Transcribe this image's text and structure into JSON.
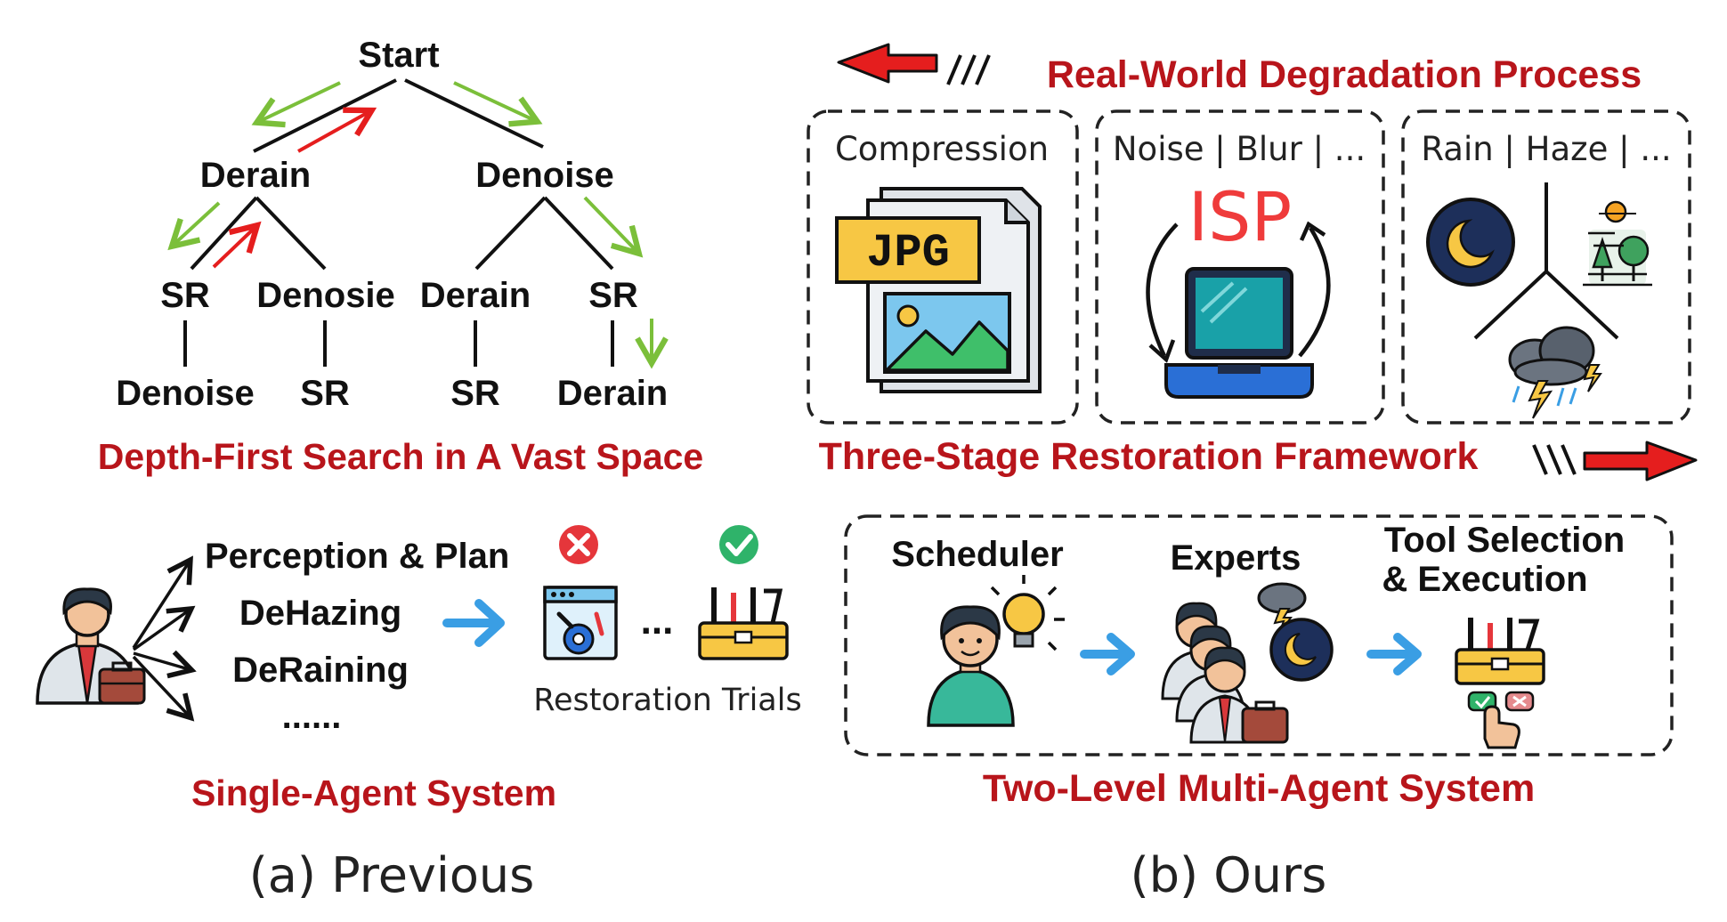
{
  "tree": {
    "nodes": {
      "start": "Start",
      "derain": "Derain",
      "denoise": "Denoise",
      "sr_left": "SR",
      "denosie": "Denosie",
      "derain2": "Derain",
      "sr_right": "SR",
      "denoise_leaf": "Denoise",
      "sr_leaf1": "SR",
      "sr_leaf2": "SR",
      "derain_leaf": "Derain"
    },
    "caption": "Depth-First Search in A Vast Space"
  },
  "degradation": {
    "title": "Real-World Degradation Process",
    "box1_label": "Compression",
    "jpg_label": "JPG",
    "box2_label": "Noise | Blur | ...",
    "isp_label": "ISP",
    "box3_label": "Rain | Haze | ...",
    "framework_title": "Three-Stage Restoration Framework"
  },
  "single_agent": {
    "options": [
      "Perception & Plan",
      "DeHazing",
      "DeRaining",
      "......"
    ],
    "ellipsis": "...",
    "trials_label": "Restoration Trials",
    "caption": "Single-Agent System"
  },
  "multi_agent": {
    "scheduler": "Scheduler",
    "experts": "Experts",
    "tool_line1": "Tool Selection",
    "tool_line2": "& Execution",
    "caption": "Two-Level Multi-Agent System"
  },
  "subcaptions": {
    "a": "(a) Previous",
    "b": "(b) Ours"
  },
  "colors": {
    "red_text": "#b8151b",
    "green_arrow": "#7bbf3a",
    "red_arrow": "#e51e1e",
    "blue_arrow": "#3a9ee4",
    "accent_yellow": "#f7c744",
    "navy": "#1d2f5a"
  }
}
